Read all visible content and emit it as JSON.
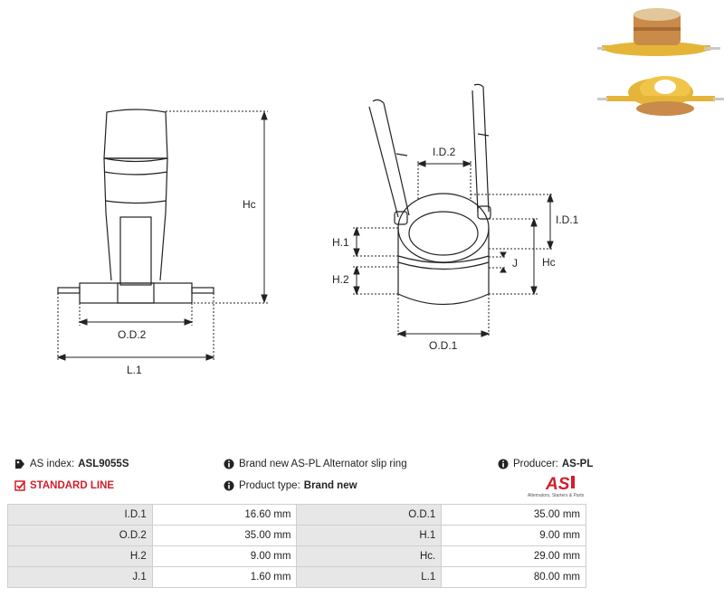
{
  "drawing": {
    "labels": {
      "hc_left": "Hc",
      "od2": "O.D.2",
      "l1": "L.1",
      "id2": "I.D.2",
      "id1": "I.D.1",
      "h1": "H.1",
      "h2": "H.2",
      "j": "J",
      "hc_right": "Hc",
      "od1": "O.D.1"
    }
  },
  "info": {
    "as_index_label": "AS index:",
    "as_index_value": "ASL9055S",
    "line": "STANDARD LINE",
    "description": "Brand new AS-PL Alternator slip ring",
    "product_type_label": "Product type:",
    "product_type_value": "Brand new",
    "producer_label": "Producer:",
    "producer_value": "AS-PL",
    "brand_logo_text": "AS",
    "brand_tagline": "Alternators, Starters & Parts"
  },
  "specs": {
    "rows": [
      [
        {
          "label": "I.D.1",
          "value": "16.60 mm"
        },
        {
          "label": "O.D.1",
          "value": "35.00 mm"
        }
      ],
      [
        {
          "label": "O.D.2",
          "value": "35.00 mm"
        },
        {
          "label": "H.1",
          "value": "9.00 mm"
        }
      ],
      [
        {
          "label": "H.2",
          "value": "9.00 mm"
        },
        {
          "label": "Hc.",
          "value": "29.00 mm"
        }
      ],
      [
        {
          "label": "J.1",
          "value": "1.60 mm"
        },
        {
          "label": "L.1",
          "value": "80.00 mm"
        }
      ]
    ]
  },
  "colors": {
    "accent": "#d11f2b",
    "header_cell": "#e7e7e7",
    "slip_ring_copper": "#c98a4a",
    "insulator_yellow": "#e5b53a"
  }
}
